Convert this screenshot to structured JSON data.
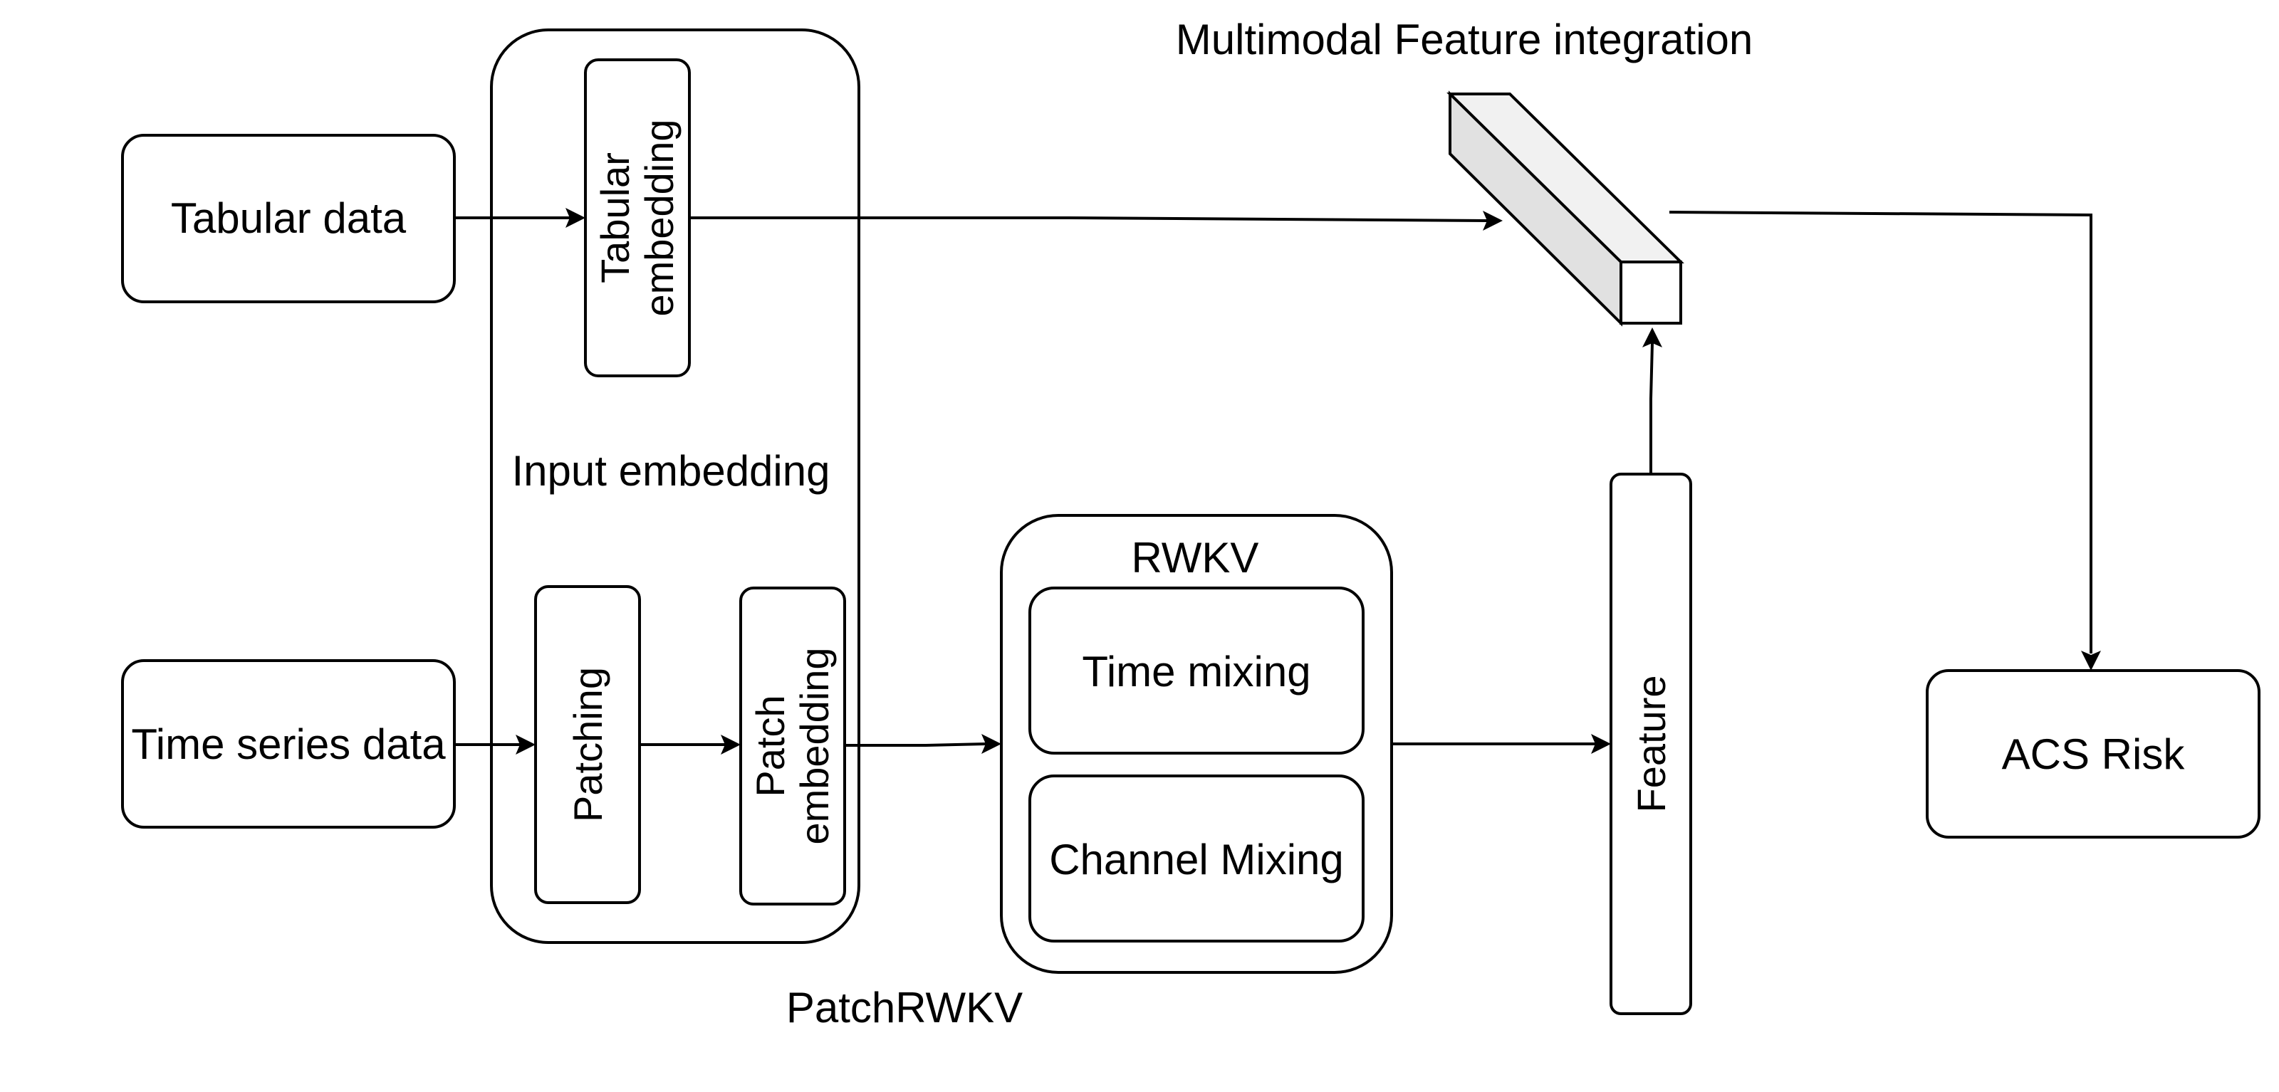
{
  "inputs": {
    "tabular_data": "Tabular data",
    "time_series_data": "Time series data"
  },
  "input_embedding": {
    "label": "Input embedding",
    "tabular_embedding": [
      "Tabular",
      "embedding"
    ],
    "patching": "Patching",
    "patch_embedding": [
      "Patch",
      "embedding"
    ]
  },
  "rwkv": {
    "label": "RWKV",
    "time_mixing": "Time mixing",
    "channel_mixing": "Channel Mixing"
  },
  "patchrwkv_label": "PatchRWKV",
  "feature": "Feature",
  "fusion_label": "Multimodal Feature integration",
  "output": "ACS Risk"
}
